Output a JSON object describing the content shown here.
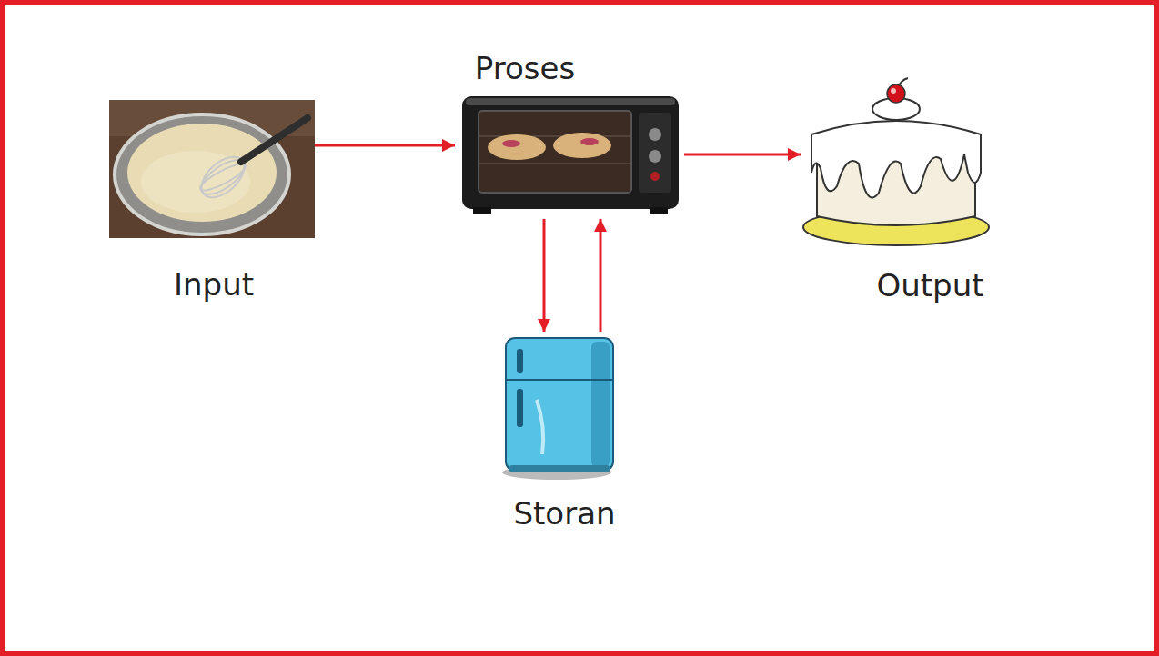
{
  "diagram": {
    "nodes": [
      {
        "text": [
          "Input"
        ]
      },
      {
        "text": [
          "Proses"
        ]
      },
      {
        "text": [
          "Output"
        ]
      },
      {
        "text": [
          "Storan"
        ]
      }
    ],
    "edges": [
      {
        "from": 0,
        "to": 1,
        "arrow": "to"
      },
      {
        "from": 1,
        "to": 2,
        "arrow": "to"
      },
      {
        "from": 1,
        "to": 3,
        "arrow": "to"
      },
      {
        "from": 3,
        "to": 1,
        "arrow": "to"
      }
    ]
  }
}
